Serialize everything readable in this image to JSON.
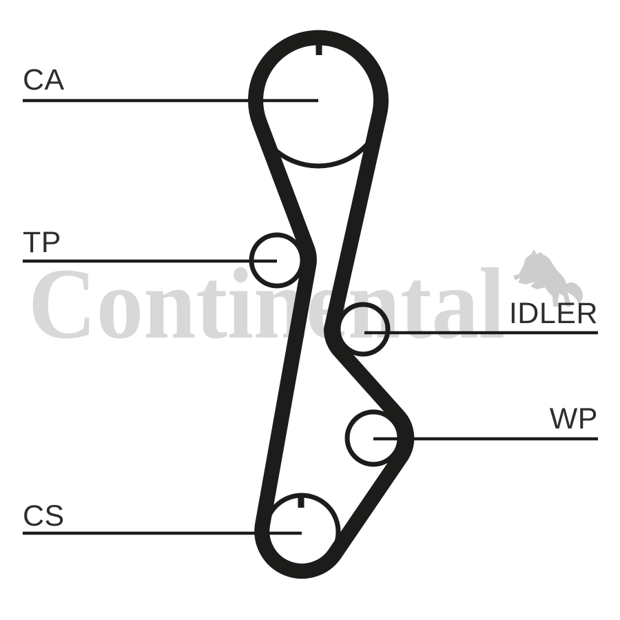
{
  "watermark": {
    "text": "Continental",
    "horse_icon": "rearing-horse"
  },
  "labels": {
    "camshaft": "CA",
    "tensioner_pulley": "TP",
    "idler": "IDLER",
    "water_pump": "WP",
    "crankshaft": "CS"
  },
  "colors": {
    "ink": "#1c1c1a",
    "label_text": "#2d2d2b",
    "watermark_gray": "#d8d8d8",
    "horse_gray": "#cdcdcd",
    "background": "#ffffff"
  }
}
